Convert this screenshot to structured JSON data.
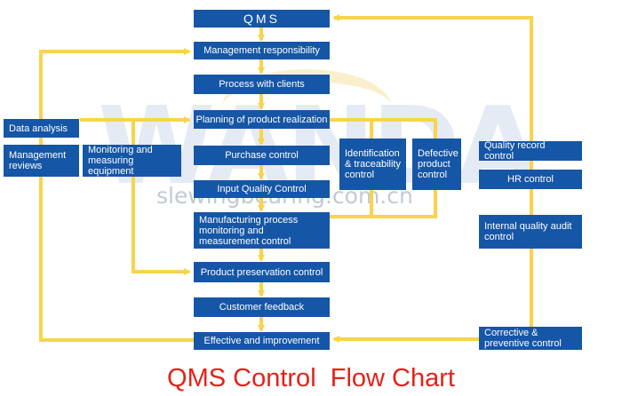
{
  "watermark": {
    "logo": "WANDA",
    "url": "slewingbearing.com.cn"
  },
  "diagram": {
    "title": "QMS Control  Flow Chart",
    "main_chain": {
      "qms": "QMS",
      "management_responsibility": "Management responsibility",
      "process_with_clients": "Process with clients",
      "planning": "Planning of product realization",
      "purchase_control": "Purchase control",
      "input_quality_control": "Input Quality Control",
      "manufacturing": "Manufacturing process monitoring and measurement control",
      "product_preservation": "Product preservation control",
      "customer_feedback": "Customer feedback",
      "effective_improvement": "Effective and improvement"
    },
    "left": {
      "data_analysis": "Data analysis",
      "management_reviews": "Management reviews",
      "monitoring_equipment": "Monitoring and measuring equipment"
    },
    "middle": {
      "identification": "Identification & traceability control",
      "defective": "Defective product control"
    },
    "right": {
      "quality_record": "Quality record control",
      "hr_control": "HR control",
      "internal_audit": "Internal quality audit control",
      "corrective": "Corrective & preventive control"
    },
    "colors": {
      "box": "#1656a6",
      "connector": "#f7d44c",
      "title": "#e2231a"
    }
  }
}
